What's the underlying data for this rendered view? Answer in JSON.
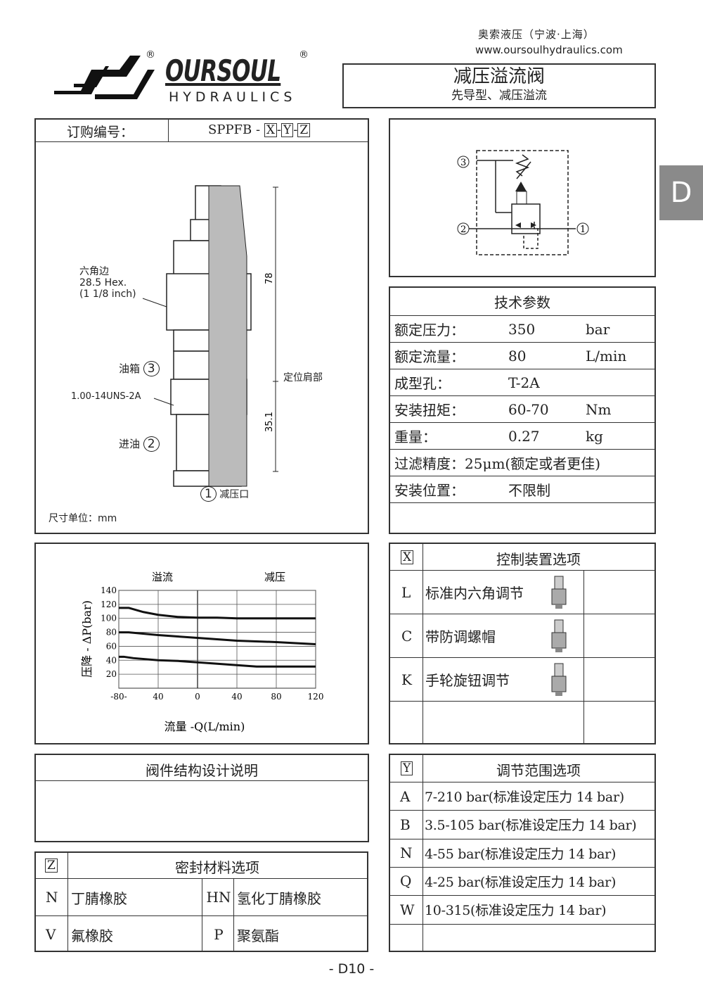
{
  "company": {
    "name_cn": "奥索液压（宁波·上海）",
    "website": "www.oursoulhydraulics.com",
    "logo_text": "OURSOUL",
    "logo_sub": "HYDRAULICS",
    "registered": "®"
  },
  "title": {
    "main": "减压溢流阀",
    "sub": "先导型、减压溢流"
  },
  "section_tab": "D",
  "order": {
    "label": "订购编号：",
    "code_prefix": "SPPFB -",
    "x": "X",
    "y": "Y",
    "z": "Z",
    "dash": "-"
  },
  "drawing": {
    "hex_label": "六角边",
    "hex_size": "28.5 Hex.",
    "hex_inch": "(1 1/8 inch)",
    "port3_label": "油箱",
    "port3": "3",
    "thread": "1.00-14UNS-2A",
    "port2_label": "进油",
    "port2": "2",
    "port1": "1",
    "port1_label": "减压口",
    "dim_78": "78",
    "dim_35": "35.1",
    "shoulder": "定位肩部",
    "units": "尺寸单位：mm"
  },
  "schematic": {
    "p3": "3",
    "p2": "2",
    "p1": "1"
  },
  "specs": {
    "title": "技术参数",
    "rows": [
      {
        "label": "额定压力：",
        "value": "350",
        "unit": "bar"
      },
      {
        "label": "额定流量：",
        "value": "80",
        "unit": "L/min"
      },
      {
        "label": "成型孔：",
        "value": "T-2A",
        "unit": ""
      },
      {
        "label": "安装扭矩：",
        "value": "60-70",
        "unit": "Nm"
      },
      {
        "label": "重量：",
        "value": "0.27",
        "unit": "kg"
      }
    ],
    "filter": "过滤精度：25μm(额定或者更佳)",
    "mount_label": "安装位置：",
    "mount_value": "不限制"
  },
  "chart_data": {
    "type": "line",
    "title_left": "溢流",
    "title_right": "减压",
    "xlabel": "流量 -Q(L/min)",
    "ylabel": "压降 - ΔP(bar)",
    "xlim": [
      -80,
      120
    ],
    "ylim": [
      0,
      140
    ],
    "x_ticks": [
      -80,
      -40,
      0,
      40,
      80,
      120
    ],
    "x_tick_labels": [
      "-80-",
      "40",
      "0",
      "40",
      "80",
      "120"
    ],
    "y_ticks": [
      20,
      40,
      60,
      80,
      100,
      120,
      140
    ],
    "y_tick_labels": [
      "20",
      "40",
      "60",
      "80",
      "100",
      "120",
      "140"
    ],
    "grid": true,
    "series": [
      {
        "name": "curve-high",
        "x": [
          -80,
          -70,
          -55,
          -40,
          -20,
          0,
          20,
          40,
          80,
          120
        ],
        "y": [
          115,
          115,
          109,
          105,
          102,
          101,
          101,
          100,
          100,
          100
        ]
      },
      {
        "name": "curve-mid",
        "x": [
          -80,
          -70,
          -40,
          -20,
          0,
          20,
          40,
          80,
          120
        ],
        "y": [
          80,
          80,
          76,
          74,
          72,
          70,
          68,
          66,
          63
        ]
      },
      {
        "name": "curve-low",
        "x": [
          -80,
          -75,
          -65,
          -40,
          -20,
          0,
          20,
          40,
          60,
          80,
          120
        ],
        "y": [
          45,
          45,
          43,
          40,
          39,
          37,
          35,
          33,
          31,
          31,
          31
        ]
      }
    ]
  },
  "x_options": {
    "key": "X",
    "title": "控制装置选项",
    "rows": [
      {
        "code": "L",
        "label": "标准内六角调节"
      },
      {
        "code": "C",
        "label": "带防调螺帽"
      },
      {
        "code": "K",
        "label": "手轮旋钮调节"
      }
    ]
  },
  "design": {
    "title": "阀件结构设计说明"
  },
  "z_options": {
    "key": "Z",
    "title": "密封材料选项",
    "rows": [
      {
        "code1": "N",
        "label1": "丁腈橡胶",
        "code2": "HN",
        "label2": "氢化丁腈橡胶"
      },
      {
        "code1": "V",
        "label1": "氟橡胶",
        "code2": "P",
        "label2": "聚氨酯"
      }
    ]
  },
  "y_options": {
    "key": "Y",
    "title": "调节范围选项",
    "rows": [
      {
        "code": "A",
        "label": "7-210 bar(标准设定压力 14 bar)"
      },
      {
        "code": "B",
        "label": "3.5-105 bar(标准设定压力 14 bar)"
      },
      {
        "code": "N",
        "label": "4-55 bar(标准设定压力 14 bar)"
      },
      {
        "code": "Q",
        "label": "4-25 bar(标准设定压力 14 bar)"
      },
      {
        "code": "W",
        "label": "10-315(标准设定压力 14 bar)"
      }
    ]
  },
  "footer": {
    "page": "- D10 -"
  }
}
